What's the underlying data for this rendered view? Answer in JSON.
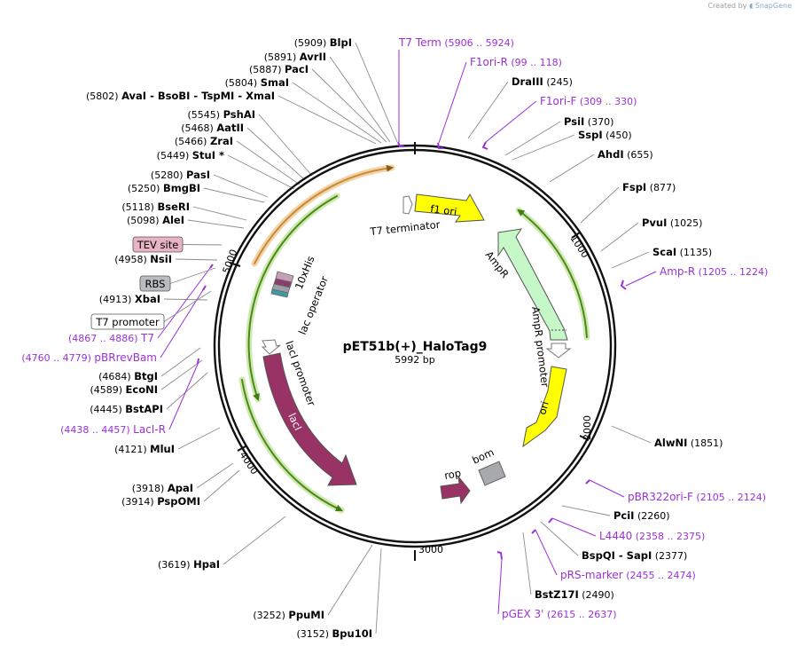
{
  "credit": {
    "prefix": "Created by",
    "brand": "SnapGene"
  },
  "plasmid": {
    "name": "pET51b(+)_HaloTag9",
    "size": "5992 bp",
    "length": 5992
  },
  "ticks": [
    "1000",
    "2000",
    "3000",
    "4000",
    "5000"
  ],
  "enzymes": [
    {
      "name": "BlpI",
      "pos": "(5909)"
    },
    {
      "name": "AvrII",
      "pos": "(5891)"
    },
    {
      "name": "PacI",
      "pos": "(5887)"
    },
    {
      "name": "SmaI",
      "pos": "(5804)"
    },
    {
      "name": "AvaI - BsoBI - TspMI - XmaI",
      "pos": "(5802)"
    },
    {
      "name": "PshAI",
      "pos": "(5545)"
    },
    {
      "name": "AatII",
      "pos": "(5468)"
    },
    {
      "name": "ZraI",
      "pos": "(5466)"
    },
    {
      "name": "StuI *",
      "pos": "(5449)"
    },
    {
      "name": "PasI",
      "pos": "(5280)"
    },
    {
      "name": "BmgBI",
      "pos": "(5250)"
    },
    {
      "name": "BseRI",
      "pos": "(5118)"
    },
    {
      "name": "AleI",
      "pos": "(5098)"
    },
    {
      "name": "NsiI",
      "pos": "(4958)"
    },
    {
      "name": "XbaI",
      "pos": "(4913)"
    },
    {
      "name": "BtgI",
      "pos": "(4684)"
    },
    {
      "name": "EcoNI",
      "pos": "(4589)"
    },
    {
      "name": "BstAPI",
      "pos": "(4445)"
    },
    {
      "name": "MluI",
      "pos": "(4121)"
    },
    {
      "name": "ApaI",
      "pos": "(3918)"
    },
    {
      "name": "PspOMI",
      "pos": "(3914)"
    },
    {
      "name": "HpaI",
      "pos": "(3619)"
    },
    {
      "name": "PpuMI",
      "pos": "(3252)"
    },
    {
      "name": "Bpu10I",
      "pos": "(3152)"
    },
    {
      "name": "DraIII",
      "pos": "(245)"
    },
    {
      "name": "PsiI",
      "pos": "(370)"
    },
    {
      "name": "SspI",
      "pos": "(450)"
    },
    {
      "name": "AhdI",
      "pos": "(655)"
    },
    {
      "name": "FspI",
      "pos": "(877)"
    },
    {
      "name": "PvuI",
      "pos": "(1025)"
    },
    {
      "name": "ScaI",
      "pos": "(1135)"
    },
    {
      "name": "AlwNI",
      "pos": "(1851)"
    },
    {
      "name": "PciI",
      "pos": "(2260)"
    },
    {
      "name": "BspQI - SapI",
      "pos": "(2377)"
    },
    {
      "name": "BstZ17I",
      "pos": "(2490)"
    }
  ],
  "primers": [
    {
      "name": "T7 Term",
      "pos": "(5906 .. 5924)"
    },
    {
      "name": "F1ori-R",
      "pos": "(99 .. 118)"
    },
    {
      "name": "F1ori-F",
      "pos": "(309 .. 330)"
    },
    {
      "name": "Amp-R",
      "pos": "(1205 .. 1224)"
    },
    {
      "name": "pBR322ori-F",
      "pos": "(2105 .. 2124)"
    },
    {
      "name": "L4440",
      "pos": "(2358 .. 2375)"
    },
    {
      "name": "pRS-marker",
      "pos": "(2455 .. 2474)"
    },
    {
      "name": "pGEX 3'",
      "pos": "(2615 .. 2637)"
    },
    {
      "name": "T7",
      "pos": "(4867 .. 4886)"
    },
    {
      "name": "pBRrevBam",
      "pos": "(4760 .. 4779)"
    },
    {
      "name": "LacI-R",
      "pos": "(4438 .. 4457)"
    }
  ],
  "boxed_features": [
    {
      "name": "TEV site",
      "fill": "#e8b3c4"
    },
    {
      "name": "RBS",
      "fill": "#b9bcbf"
    },
    {
      "name": "T7 promoter",
      "fill": "#ffffff"
    }
  ],
  "features": {
    "f1ori": "f1 ori",
    "t7term": "T7 terminator",
    "ampr": "AmpR",
    "ampr_promoter": "AmpR promoter",
    "ori": "ori",
    "rop": "rop",
    "bom": "bom",
    "laci": "lacI",
    "laci_promoter": "lacI promoter",
    "his": "10xHis",
    "lacop": "lac operator"
  },
  "colors": {
    "primer": "#9b30d9",
    "yellow": "#ffff00",
    "ampr": "#c6f7c6",
    "laci": "#993366",
    "rop": "#993366",
    "bom": "#a7a9ac",
    "orf_green": "#5a9a20",
    "orf_orange": "#d9a056"
  }
}
